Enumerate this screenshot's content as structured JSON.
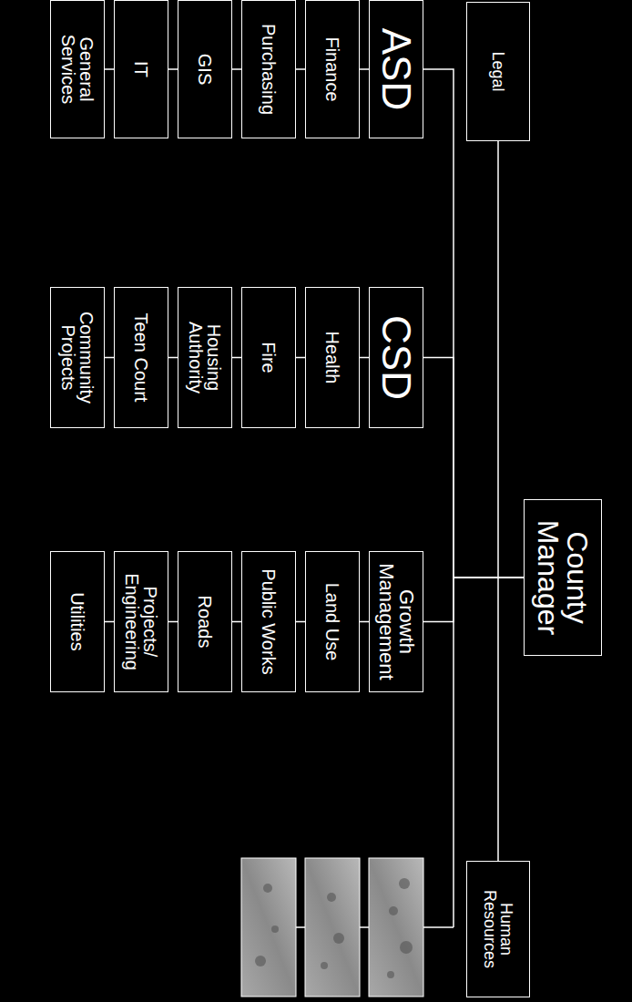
{
  "diagram": {
    "nodes": [
      {
        "text": [
          "County Manager"
        ]
      },
      {
        "text": [
          "Legal"
        ]
      },
      {
        "text": [
          "Human Resources"
        ]
      },
      {
        "text": [
          "ASD"
        ]
      },
      {
        "text": [
          "Finance"
        ]
      },
      {
        "text": [
          "Purchasing"
        ]
      },
      {
        "text": [
          "GIS"
        ]
      },
      {
        "text": [
          "IT"
        ]
      },
      {
        "text": [
          "General Services"
        ]
      },
      {
        "text": [
          "CSD"
        ]
      },
      {
        "text": [
          "Health"
        ]
      },
      {
        "text": [
          "Fire"
        ]
      },
      {
        "text": [
          "Housing Authority"
        ]
      },
      {
        "text": [
          "Teen Court"
        ]
      },
      {
        "text": [
          "Community Projects"
        ]
      },
      {
        "text": [
          "Growth Management"
        ]
      },
      {
        "text": [
          "Land Use"
        ]
      },
      {
        "text": [
          "Public Works"
        ]
      },
      {
        "text": [
          "Roads"
        ]
      },
      {
        "text": [
          "Projects/ Engineering"
        ]
      },
      {
        "text": [
          "Utilities"
        ]
      }
    ],
    "edges": [
      {
        "from": 0,
        "to": 1,
        "arrow": "none"
      },
      {
        "from": 0,
        "to": 2,
        "arrow": "none"
      },
      {
        "from": 0,
        "to": 3,
        "arrow": "none"
      },
      {
        "from": 0,
        "to": 9,
        "arrow": "none"
      },
      {
        "from": 0,
        "to": 15,
        "arrow": "none"
      },
      {
        "from": 3,
        "to": 4,
        "arrow": "none"
      },
      {
        "from": 4,
        "to": 5,
        "arrow": "none"
      },
      {
        "from": 5,
        "to": 6,
        "arrow": "none"
      },
      {
        "from": 6,
        "to": 7,
        "arrow": "none"
      },
      {
        "from": 7,
        "to": 8,
        "arrow": "none"
      },
      {
        "from": 9,
        "to": 10,
        "arrow": "none"
      },
      {
        "from": 10,
        "to": 11,
        "arrow": "none"
      },
      {
        "from": 11,
        "to": 12,
        "arrow": "none"
      },
      {
        "from": 12,
        "to": 13,
        "arrow": "none"
      },
      {
        "from": 13,
        "to": 14,
        "arrow": "none"
      },
      {
        "from": 15,
        "to": 16,
        "arrow": "none"
      },
      {
        "from": 16,
        "to": 17,
        "arrow": "none"
      },
      {
        "from": 17,
        "to": 18,
        "arrow": "none"
      },
      {
        "from": 18,
        "to": 19,
        "arrow": "none"
      },
      {
        "from": 19,
        "to": 20,
        "arrow": "none"
      }
    ]
  }
}
